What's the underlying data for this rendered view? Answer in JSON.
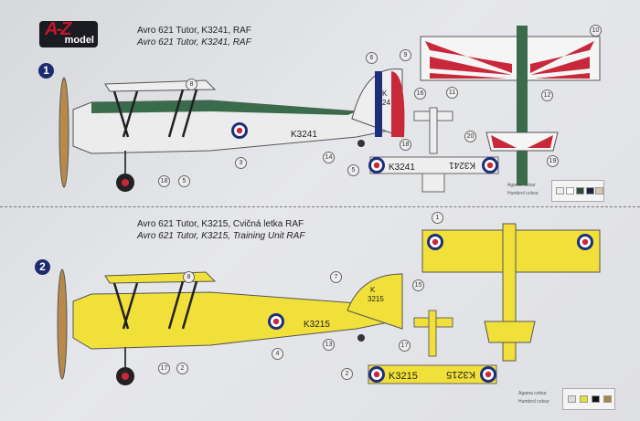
{
  "logo": {
    "mark": "AZ",
    "text": "model"
  },
  "schemes": [
    {
      "number": "1",
      "title_cz": "Avro 621 Tutor,  K3241,  RAF",
      "title_en": "Avro 621 Tutor,  K3241,   RAF",
      "serial": "K3241",
      "tail_code": "K 24",
      "colors": {
        "upper": "#3a6b4b",
        "lower": "#e8e8e8",
        "stripe": "#c8283a"
      },
      "legend": {
        "agama_label": "Agama colour",
        "humbrol_label": "Humbrol colour"
      }
    },
    {
      "number": "2",
      "title_cz": "Avro 621 Tutor,  K3215,  Cvičná letka RAF",
      "title_en": "Avro 621 Tutor,  K3215, Training Unit  RAF",
      "serial": "K3215",
      "tail_code": "K 3215",
      "colors": {
        "upper": "#f2e03a",
        "lower": "#f2e03a",
        "stripe": "#f2e03a"
      },
      "legend": {
        "agama_label": "Agama colour",
        "humbrol_label": "Humbrol colour"
      }
    }
  ],
  "callouts_1": [
    "6",
    "8",
    "3",
    "14",
    "18",
    "5",
    "16",
    "18",
    "5",
    "9",
    "10",
    "11",
    "12",
    "20",
    "19"
  ],
  "callouts_2": [
    "8",
    "7",
    "15",
    "4",
    "13",
    "17",
    "2",
    "1",
    "17",
    "2"
  ]
}
